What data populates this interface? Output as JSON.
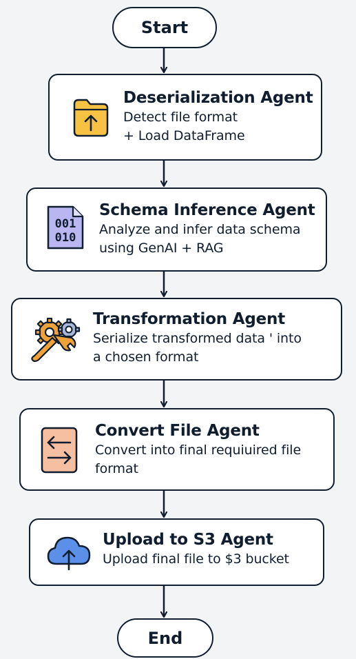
{
  "start": {
    "label": "Start"
  },
  "end": {
    "label": "End"
  },
  "steps": [
    {
      "icon": "folder-upload-icon",
      "icon_color": "#f7c244",
      "title": "Deserialization Agent",
      "lines": [
        "Detect file format",
        "+ Load DataFrame"
      ]
    },
    {
      "icon": "binary-file-icon",
      "icon_color": "#b9b6f2",
      "title": "Schema Inference Agent",
      "lines": [
        "Analyze and infer data schema",
        "using GenAI + RAG"
      ]
    },
    {
      "icon": "gears-wrench-icon",
      "icon_color": "#f0a23a",
      "title": "Transformation Agent",
      "lines": [
        "Serialize transformed data ' into",
        "a chosen format"
      ]
    },
    {
      "icon": "convert-arrows-icon",
      "icon_color": "#f6bfa2",
      "title": "Convert File Agent",
      "lines": [
        "Convert into final requiuired file",
        "format"
      ]
    },
    {
      "icon": "cloud-upload-icon",
      "icon_color": "#5b8fe8",
      "title": "Upload to S3 Agent",
      "lines": [
        "Upload final file to $3 bucket"
      ]
    }
  ]
}
